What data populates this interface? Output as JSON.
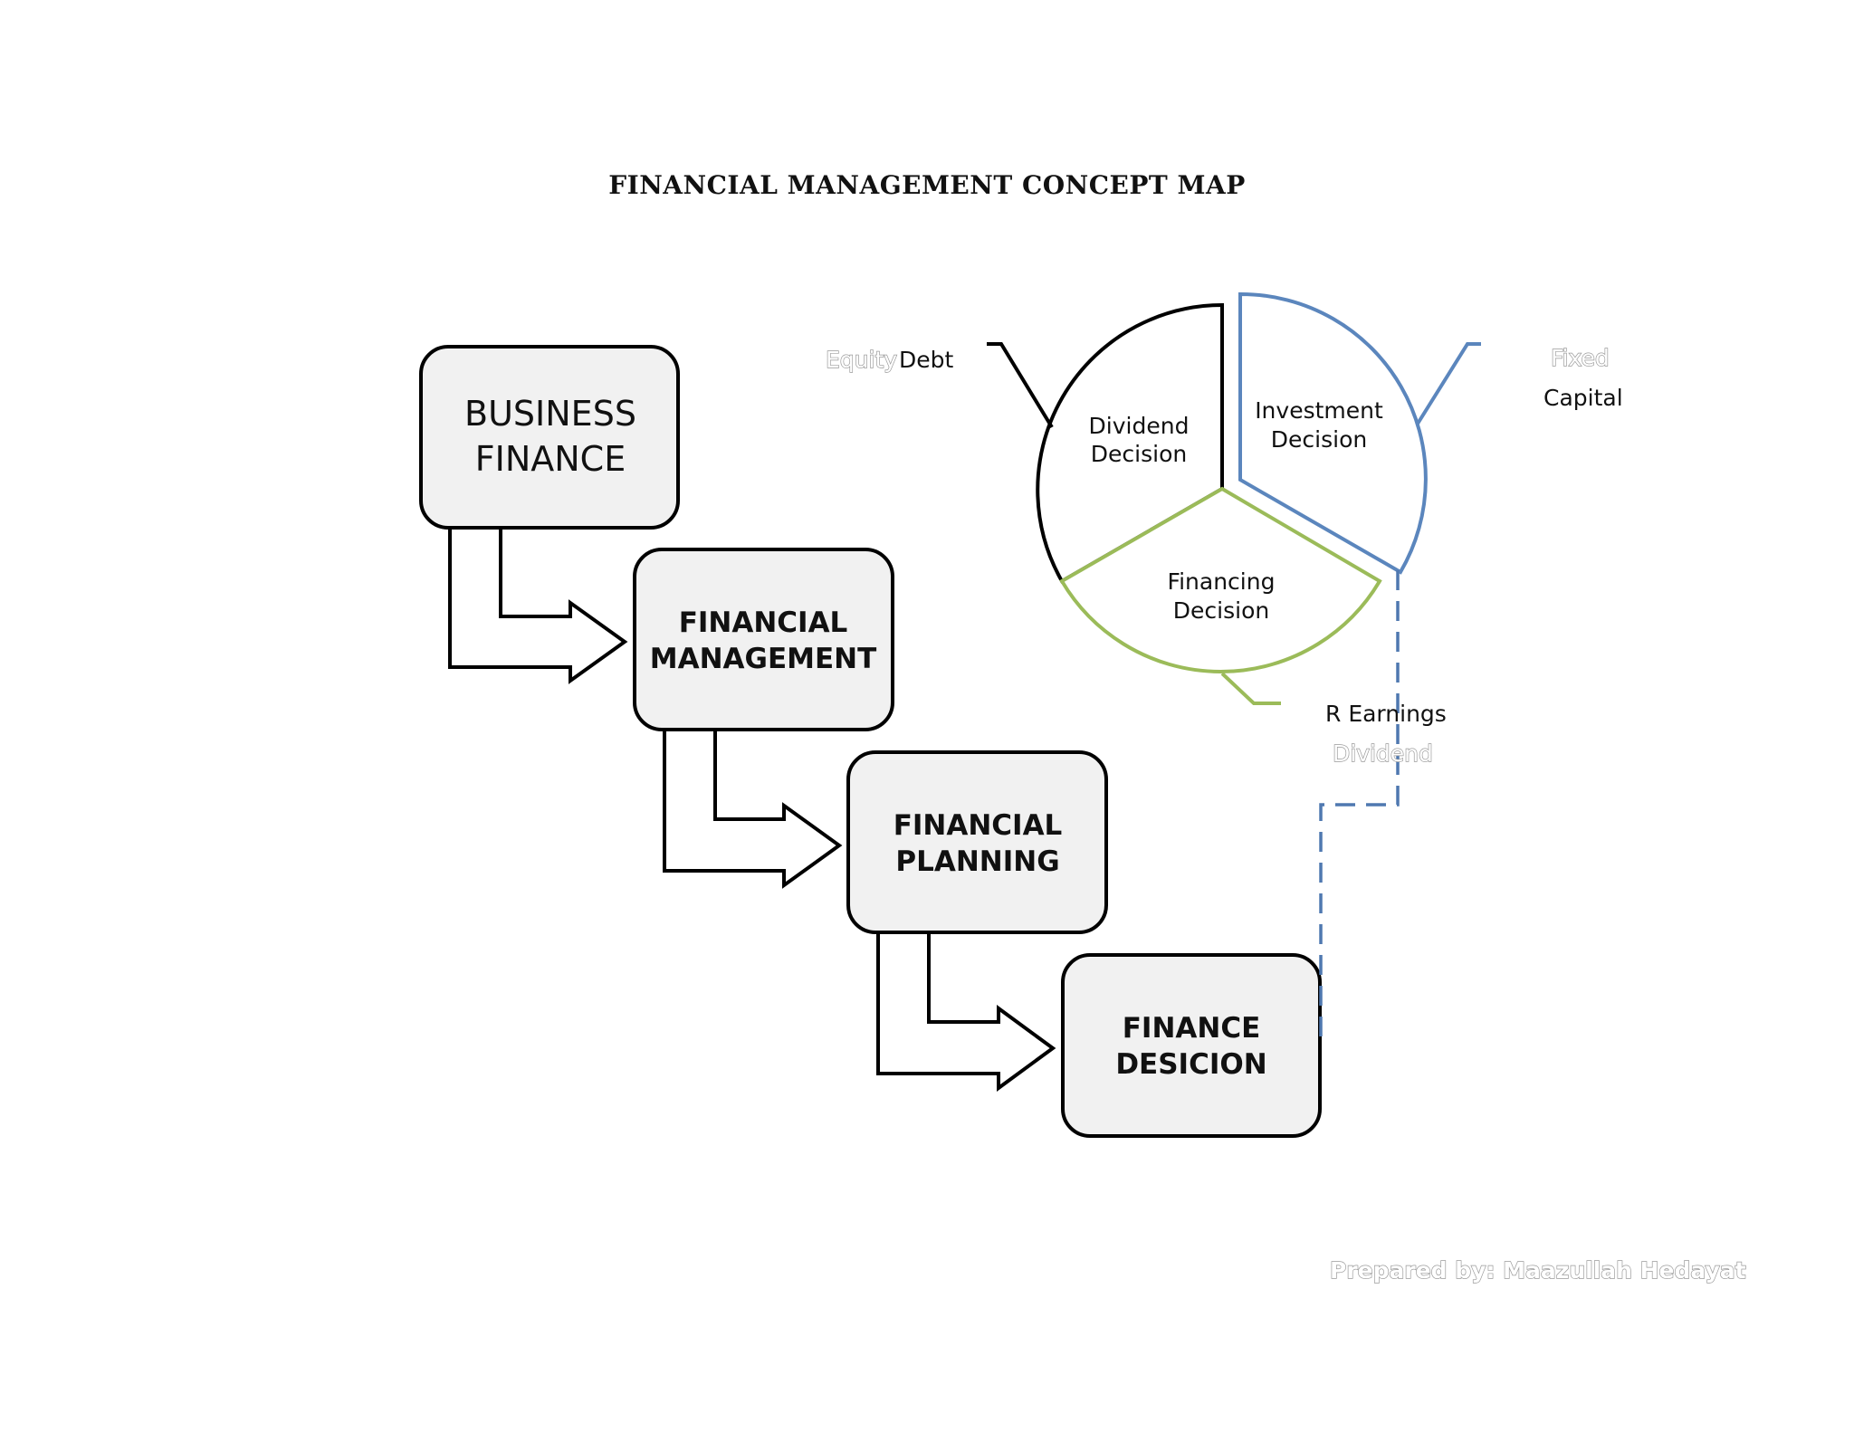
{
  "title": "FINANCIAL MANAGEMENT CONCEPT MAP",
  "boxes": {
    "business_finance": {
      "line1": "BUSINESS",
      "line2": "FINANCE"
    },
    "financial_management": {
      "line1": "FINANCIAL",
      "line2": "MANAGEMENT"
    },
    "financial_planning": {
      "line1": "FINANCIAL",
      "line2": "PLANNING"
    },
    "finance_decision": {
      "line1": "FINANCE",
      "line2": "DESICION"
    }
  },
  "pie": {
    "dividend": {
      "line1": "Dividend",
      "line2": "Decision"
    },
    "investment": {
      "line1": "Investment",
      "line2": "Decision"
    },
    "financing": {
      "line1": "Financing",
      "line2": "Decision"
    }
  },
  "labels": {
    "equity": "Equity",
    "debt": "Debt",
    "fixed": "Fixed",
    "capital": "Capital",
    "r_earnings": "R Earnings",
    "dividend": "Dividend",
    "credit": "Prepared by: Maazullah Hedayat"
  },
  "colors": {
    "box_fill": "#f1f1f1",
    "investment_outline": "#5b86bd",
    "financing_outline": "#9bbb59",
    "connector_dashed": "#4f78b0"
  }
}
